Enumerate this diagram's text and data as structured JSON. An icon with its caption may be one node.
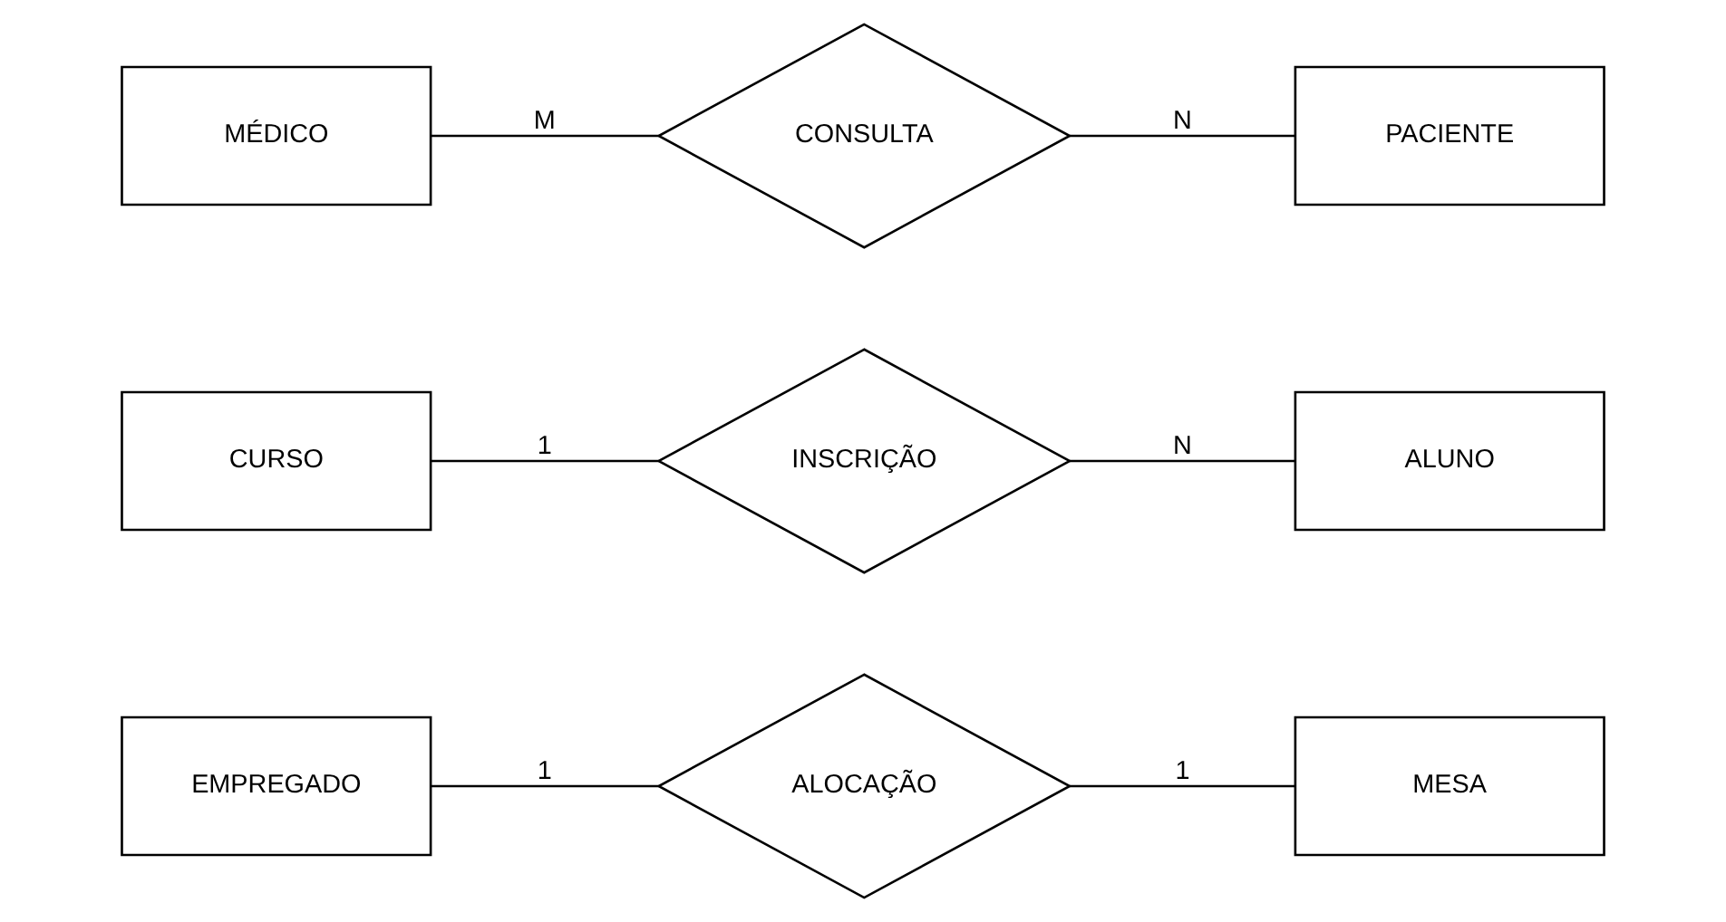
{
  "diagram": {
    "nodes": [
      {
        "text": [
          "EMPREGADO"
        ]
      },
      {
        "text": [
          "ALOCAÇÃO"
        ]
      },
      {
        "text": [
          "MESA"
        ]
      },
      {
        "text": [
          "CURSO"
        ]
      },
      {
        "text": [
          "INSCRIÇÃO"
        ]
      },
      {
        "text": [
          "ALUNO"
        ]
      },
      {
        "text": [
          "MÉDICO"
        ]
      },
      {
        "text": [
          "CONSULTA"
        ]
      },
      {
        "text": [
          "PACIENTE"
        ]
      }
    ],
    "edges": [
      {
        "from": 0,
        "to": 1,
        "arrow": "none",
        "label": "1"
      },
      {
        "from": 1,
        "to": 2,
        "arrow": "none",
        "label": "1"
      },
      {
        "from": 3,
        "to": 4,
        "arrow": "none",
        "label": "1"
      },
      {
        "from": 4,
        "to": 5,
        "arrow": "none",
        "label": "N"
      },
      {
        "from": 6,
        "to": 7,
        "arrow": "none",
        "label": "M"
      },
      {
        "from": 7,
        "to": 8,
        "arrow": "none",
        "label": "N"
      }
    ]
  }
}
